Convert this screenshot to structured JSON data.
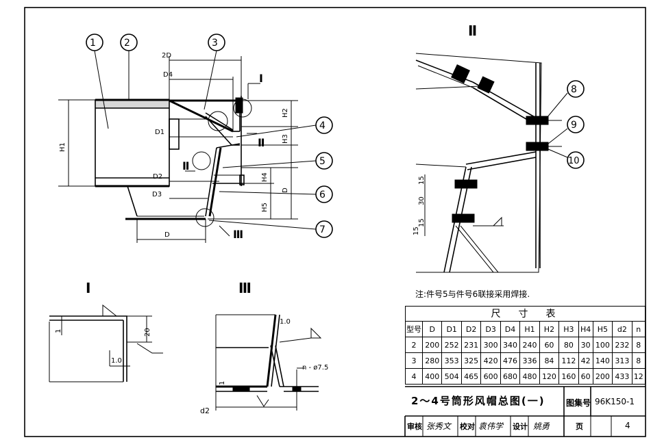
{
  "views": {
    "main": {
      "part_labels": [
        "1",
        "2",
        "3",
        "4",
        "5",
        "6",
        "7",
        "8",
        "9",
        "10"
      ],
      "dims": [
        "2D",
        "D4",
        "D1",
        "D2",
        "D3",
        "D",
        "H1",
        "H2",
        "H3",
        "H4",
        "H5",
        "D"
      ],
      "section_marks": [
        "Ⅰ",
        "Ⅱ",
        "Ⅱ",
        "Ⅲ"
      ]
    },
    "detail_II": {
      "title": "Ⅱ",
      "dims": [
        "15",
        "30",
        "15",
        "15"
      ]
    },
    "detail_I": {
      "title": "Ⅰ",
      "dims": [
        "1",
        "20",
        "1.0"
      ]
    },
    "detail_III": {
      "title": "Ⅲ",
      "dims": [
        "1.0",
        "n - ø7.5",
        "1",
        "d2"
      ]
    }
  },
  "note": "注:件号5与件号6联接采用焊接.",
  "table": {
    "title": "尺　寸　表",
    "headers": [
      "型号",
      "D",
      "D1",
      "D2",
      "D3",
      "D4",
      "H1",
      "H2",
      "H3",
      "H4",
      "H5",
      "d2",
      "n"
    ],
    "rows": [
      [
        "2",
        "200",
        "252",
        "231",
        "300",
        "340",
        "240",
        "60",
        "80",
        "30",
        "100",
        "232",
        "8"
      ],
      [
        "3",
        "280",
        "353",
        "325",
        "420",
        "476",
        "336",
        "84",
        "112",
        "42",
        "140",
        "313",
        "8"
      ],
      [
        "4",
        "400",
        "504",
        "465",
        "600",
        "680",
        "480",
        "120",
        "160",
        "60",
        "200",
        "433",
        "12"
      ]
    ]
  },
  "title_block": {
    "drawing_title": "2～4号筒形风帽总图(一)",
    "atlas_label": "图集号",
    "atlas_no": "96K150-1",
    "review_label": "审核",
    "review_name": "张秀文",
    "check_label": "校对",
    "check_name": "袁伟学",
    "design_label": "设计",
    "design_name": "姚勇",
    "page_label": "页",
    "page_no": "4"
  }
}
